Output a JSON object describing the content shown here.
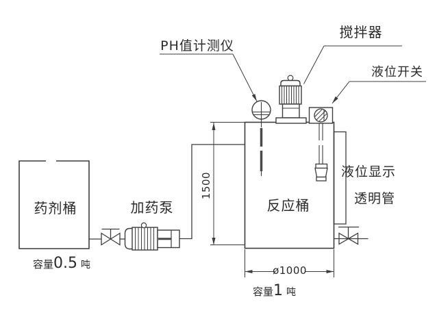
{
  "drawing": {
    "description": "Chemical dosing system schematic (CAD line drawing)",
    "background_color": "#ffffff",
    "line_color": "#3c3c3c",
    "text_color": "#2a2a2a"
  },
  "labels": {
    "ph_meter": "PH值计测仪",
    "agitator": "搅拌器",
    "level_switch": "液位开关",
    "level_display_line1": "液位显示",
    "level_display_line2": "透明管",
    "chemical_tank": "药剂桶",
    "dosing_pump": "加药泵",
    "reaction_tank": "反应桶"
  },
  "capacity_left": {
    "prefix": "容量",
    "value": "0.5",
    "unit": "吨"
  },
  "capacity_right": {
    "prefix": "容量",
    "value": "1",
    "unit": "吨"
  },
  "dimensions": {
    "tank_height": "1500",
    "tank_diameter": "ø1000"
  },
  "icons": {
    "valve_left": "gate-valve-icon",
    "valve_right": "gate-valve-icon",
    "pump": "motor-pump-icon",
    "ph_sensor": "ph-probe-icon",
    "agitator_motor": "agitator-motor-icon",
    "level_switch_sensor": "float-switch-icon"
  }
}
